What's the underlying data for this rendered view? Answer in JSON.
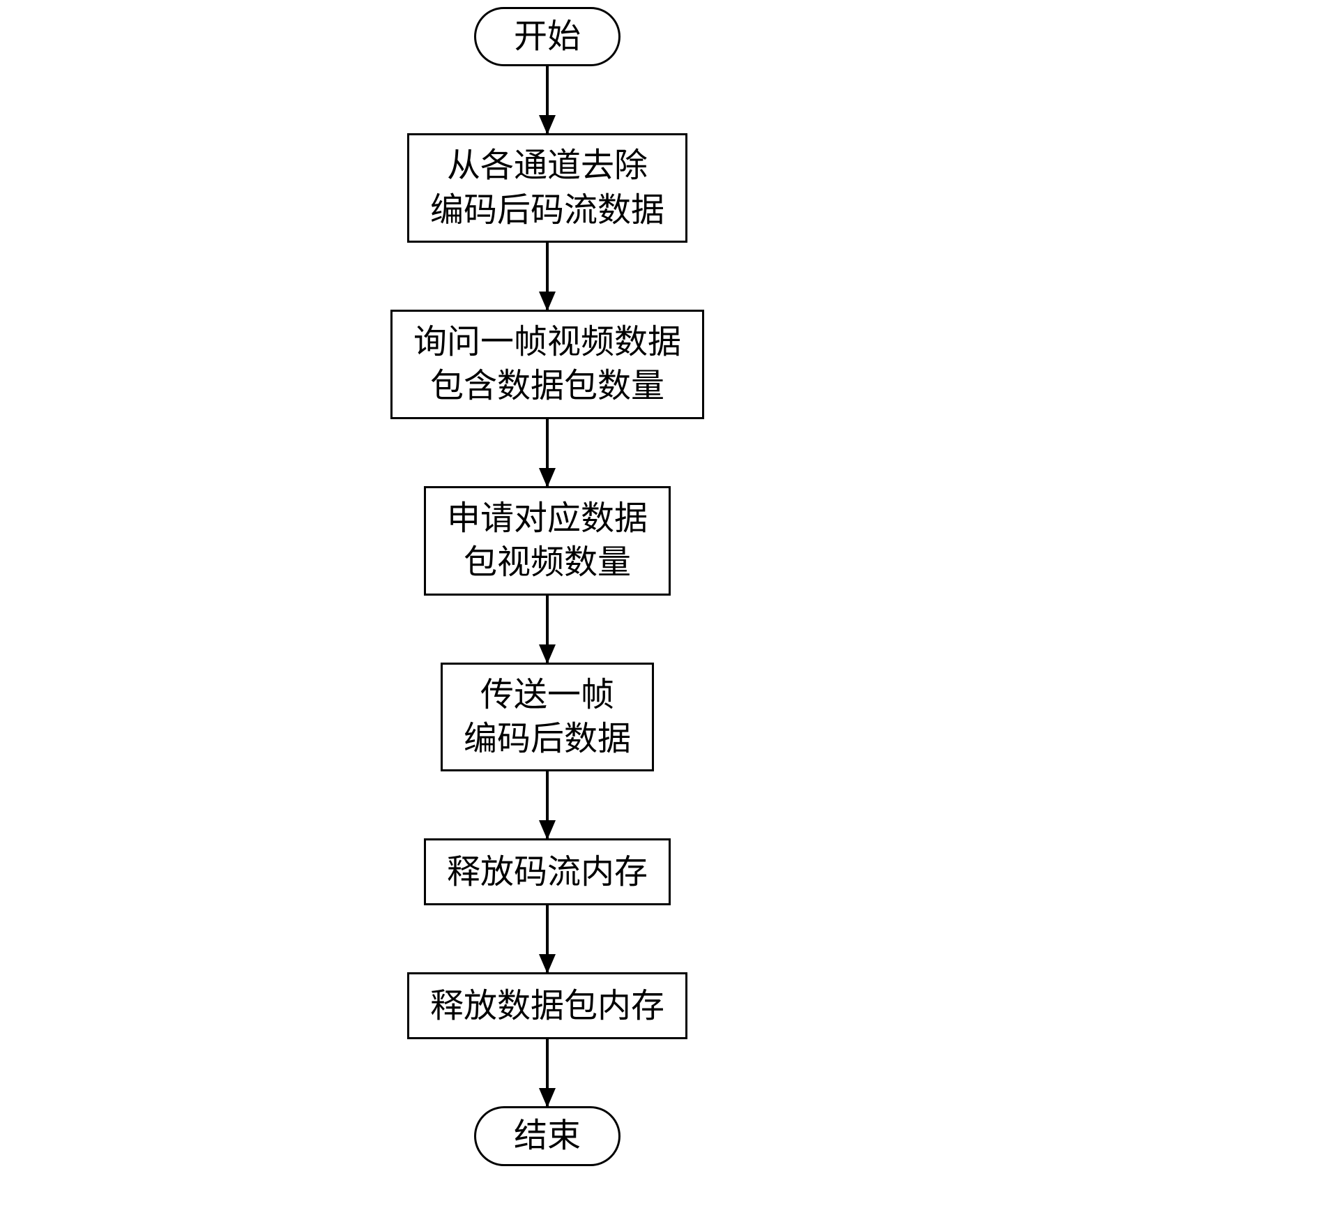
{
  "diagram": {
    "type": "flowchart",
    "direction": "top-to-bottom",
    "stroke_color": "#000000",
    "background_color": "#ffffff",
    "nodes": [
      {
        "id": "start",
        "shape": "terminal",
        "label": "开始"
      },
      {
        "id": "step1",
        "shape": "process",
        "label": "从各通道去除\n编码后码流数据"
      },
      {
        "id": "step2",
        "shape": "process",
        "label": "询问一帧视频数据\n包含数据包数量"
      },
      {
        "id": "step3",
        "shape": "process",
        "label": "申请对应数据\n包视频数量"
      },
      {
        "id": "step4",
        "shape": "process",
        "label": "传送一帧\n编码后数据"
      },
      {
        "id": "step5",
        "shape": "process",
        "label": "释放码流内存"
      },
      {
        "id": "step6",
        "shape": "process",
        "label": "释放数据包内存"
      },
      {
        "id": "end",
        "shape": "terminal",
        "label": "结束"
      }
    ],
    "edges": [
      {
        "from": "start",
        "to": "step1"
      },
      {
        "from": "step1",
        "to": "step2"
      },
      {
        "from": "step2",
        "to": "step3"
      },
      {
        "from": "step3",
        "to": "step4"
      },
      {
        "from": "step4",
        "to": "step5"
      },
      {
        "from": "step5",
        "to": "step6"
      },
      {
        "from": "step6",
        "to": "end"
      }
    ]
  }
}
